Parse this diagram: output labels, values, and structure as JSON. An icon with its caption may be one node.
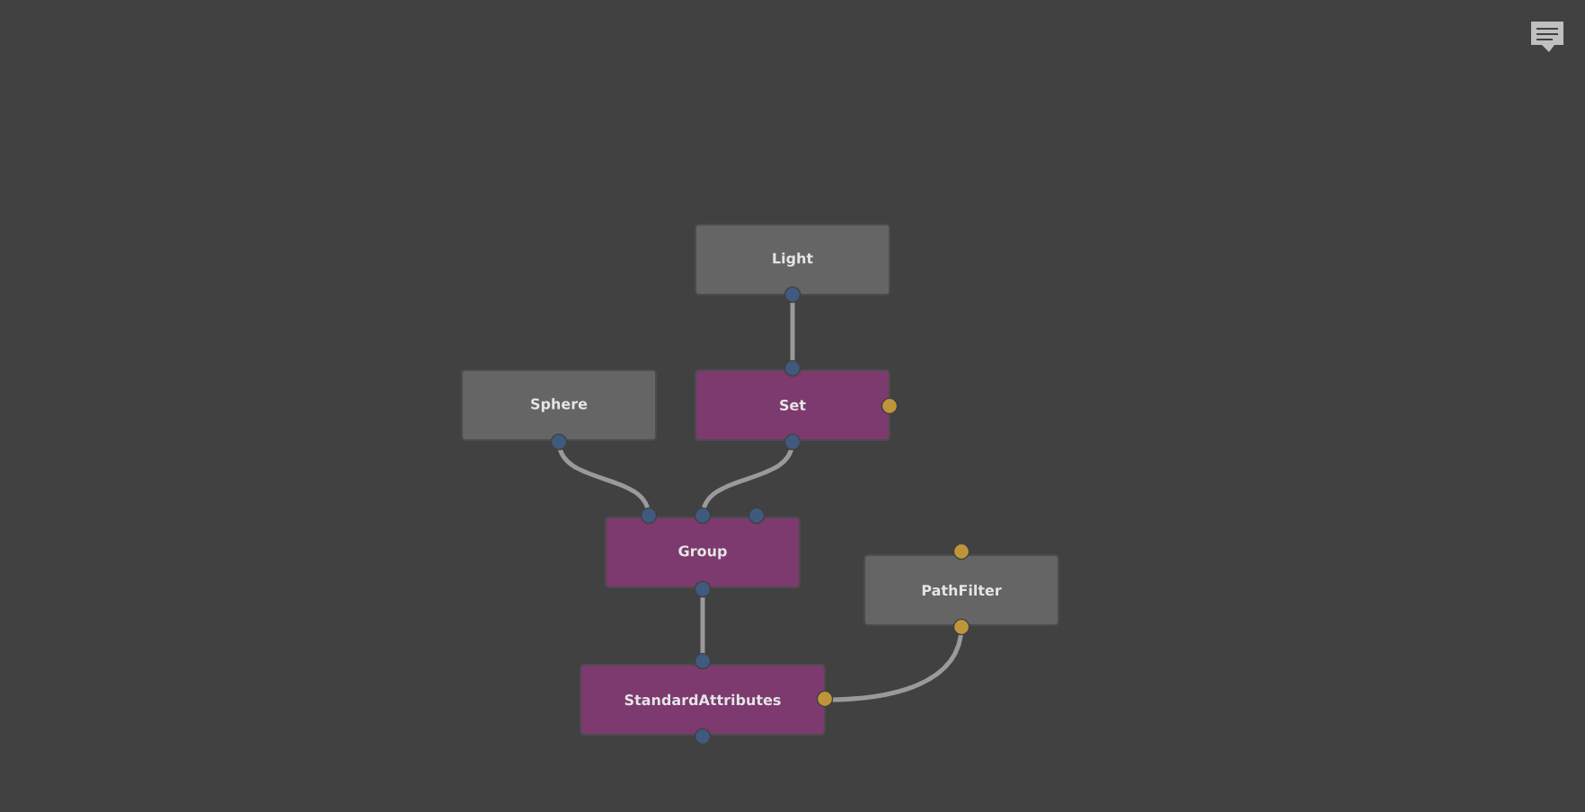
{
  "diagram": {
    "nodes": [
      {
        "text": [
          "Light"
        ]
      },
      {
        "text": [
          "Sphere"
        ]
      },
      {
        "text": [
          "Set"
        ]
      },
      {
        "text": [
          "Group"
        ]
      },
      {
        "text": [
          "PathFilter"
        ]
      },
      {
        "text": [
          "StandardAttributes"
        ]
      }
    ],
    "edges": [
      {
        "from": 0,
        "to": 2,
        "arrow": "none"
      },
      {
        "from": 1,
        "to": 3,
        "arrow": "none"
      },
      {
        "from": 2,
        "to": 3,
        "arrow": "none"
      },
      {
        "from": 3,
        "to": 5,
        "arrow": "none"
      },
      {
        "from": 4,
        "to": 5,
        "arrow": "none"
      }
    ]
  }
}
